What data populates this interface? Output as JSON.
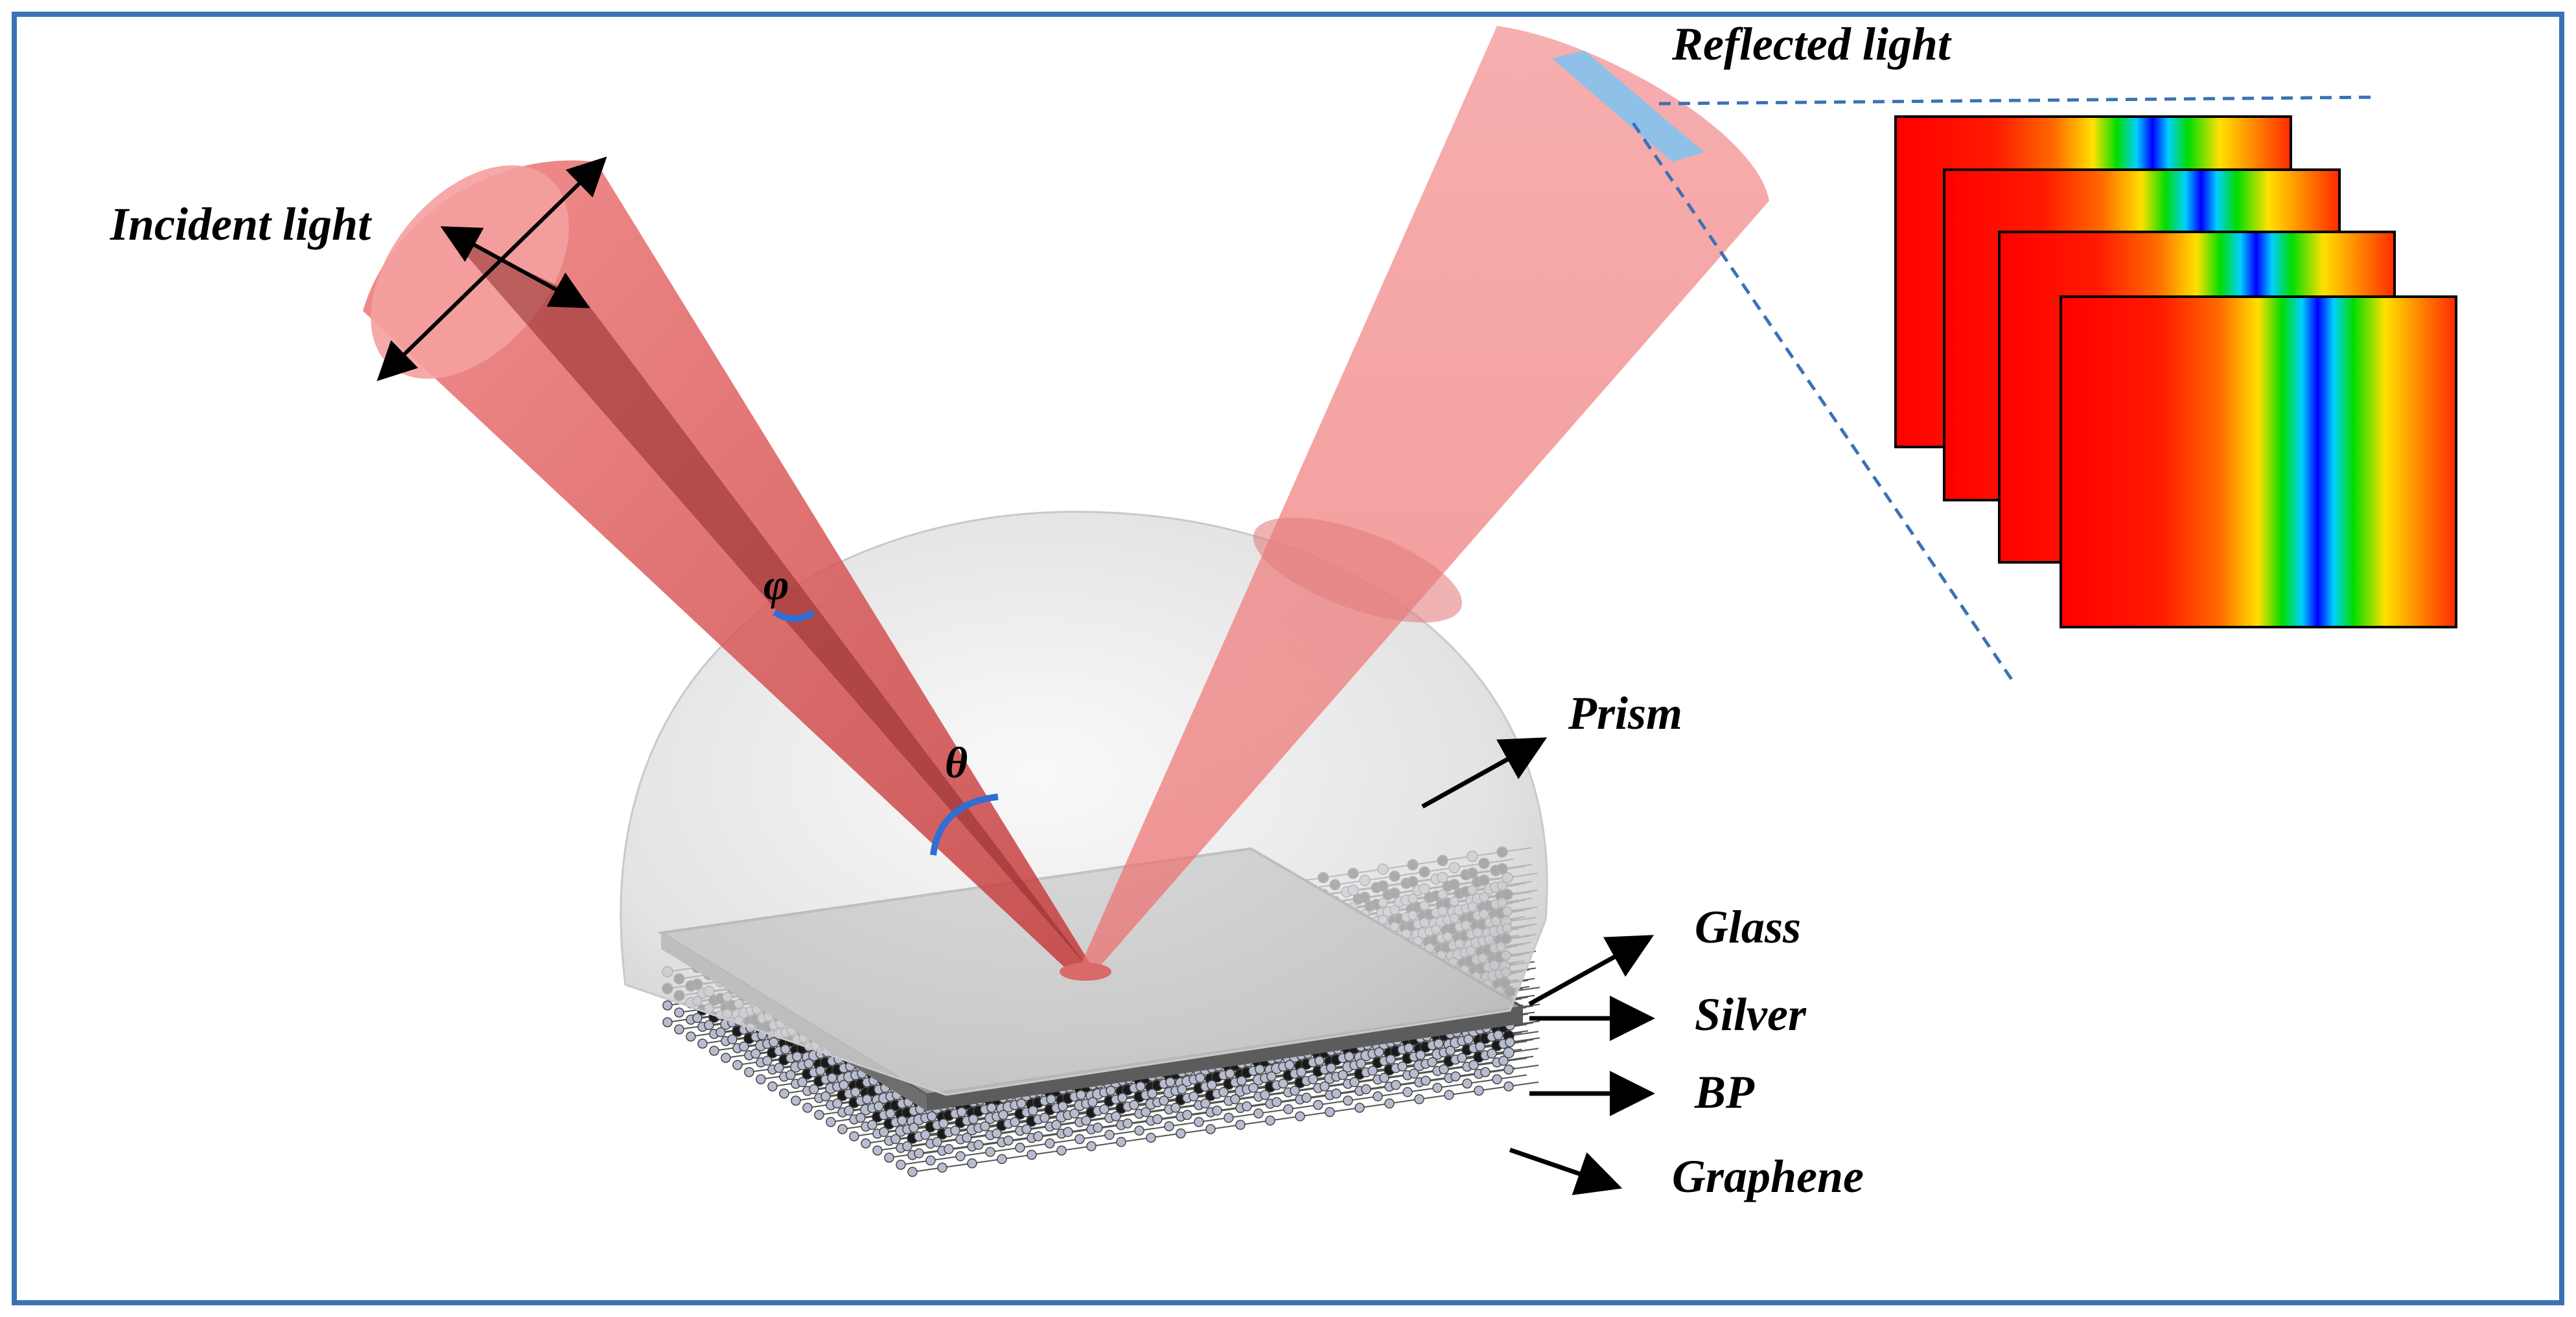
{
  "labels": {
    "incident": "Incident light",
    "reflected": "Reflected light",
    "prism": "Prism",
    "glass": "Glass",
    "silver": "Silver",
    "bp": "BP",
    "graphene": "Graphene",
    "phi": "φ",
    "theta": "θ"
  },
  "colors": {
    "frame": "#3a72b5",
    "beam": "#e84a4a",
    "prism": "#c8c8c8",
    "silver": "#8a8a8a",
    "atom_dark": "#1a1a1a",
    "atom_light": "#b8bcd0",
    "angle_arc": "#2f6fd6",
    "dashed": "#3a72b5",
    "reflectance_map": [
      "#ff0000",
      "#ff3300",
      "#ff8800",
      "#ffee00",
      "#00dd00",
      "#00ccff",
      "#0000ff"
    ]
  }
}
